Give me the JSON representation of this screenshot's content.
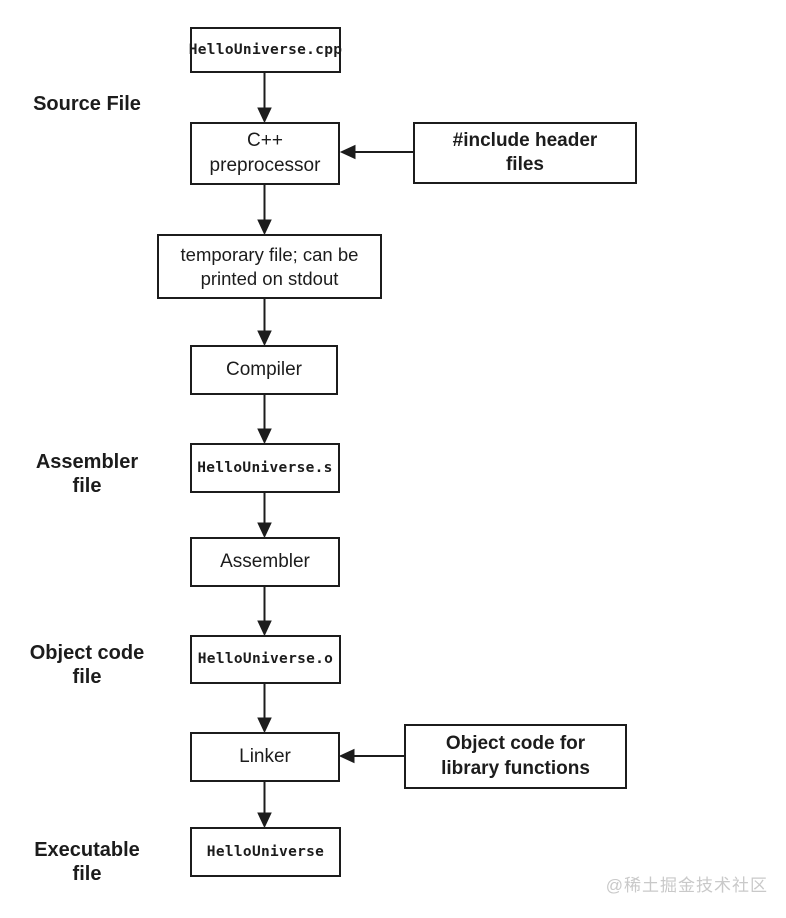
{
  "colors": {
    "line": "#1c1c1c",
    "text": "#1c1c1c",
    "box_background": "#ffffff",
    "page_background": "#ffffff",
    "watermark": "#c9c9c9"
  },
  "nodes": {
    "cpp_source": "HelloUniverse.cpp",
    "preprocessor": "C++\npreprocessor",
    "include_header": "#include header\nfiles",
    "temp_file": "temporary file; can be\nprinted on stdout",
    "compiler": "Compiler",
    "assembly_file": "HelloUniverse.s",
    "assembler": "Assembler",
    "object_file": "HelloUniverse.o",
    "linker": "Linker",
    "object_lib": "Object code for\nlibrary functions",
    "executable": "HelloUniverse"
  },
  "side_labels": {
    "source": "Source File",
    "assembler": "Assembler\nfile",
    "object": "Object code\nfile",
    "executable": "Executable\nfile"
  },
  "edges": [
    {
      "from": "cpp_source",
      "to": "preprocessor",
      "direction": "down"
    },
    {
      "from": "include_header",
      "to": "preprocessor",
      "direction": "left"
    },
    {
      "from": "preprocessor",
      "to": "temp_file",
      "direction": "down"
    },
    {
      "from": "temp_file",
      "to": "compiler",
      "direction": "down"
    },
    {
      "from": "compiler",
      "to": "assembly_file",
      "direction": "down"
    },
    {
      "from": "assembly_file",
      "to": "assembler",
      "direction": "down"
    },
    {
      "from": "assembler",
      "to": "object_file",
      "direction": "down"
    },
    {
      "from": "object_file",
      "to": "linker",
      "direction": "down"
    },
    {
      "from": "object_lib",
      "to": "linker",
      "direction": "left"
    },
    {
      "from": "linker",
      "to": "executable",
      "direction": "down"
    }
  ],
  "watermark": "@稀土掘金技术社区"
}
